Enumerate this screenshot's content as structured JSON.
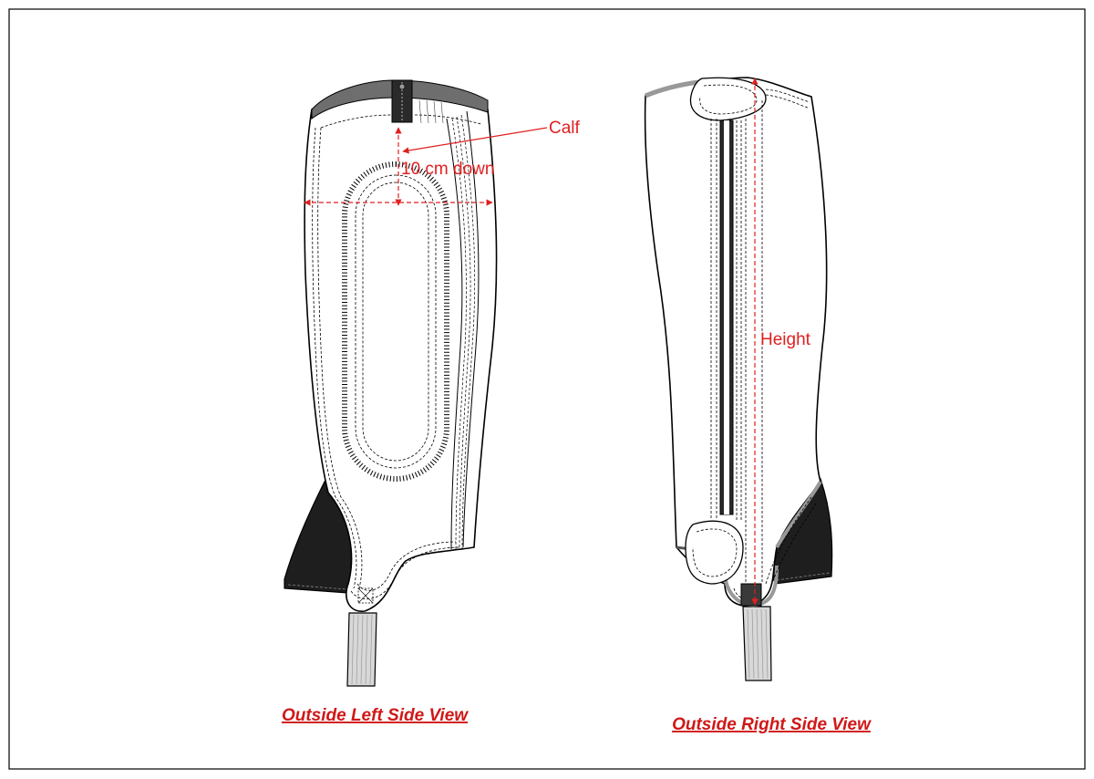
{
  "labels": {
    "calf": "Calf",
    "calf_offset": "10 cm down",
    "height": "Height"
  },
  "captions": {
    "left_view": "Outside Left Side View",
    "right_view": "Outside Right Side View"
  },
  "colors": {
    "annotation": "#e02020",
    "caption": "#d01818",
    "outline": "#000000",
    "trim_grey": "#6e6e6e",
    "panel_black": "#1e1e1e",
    "strap_grey": "#d8d8d8"
  }
}
